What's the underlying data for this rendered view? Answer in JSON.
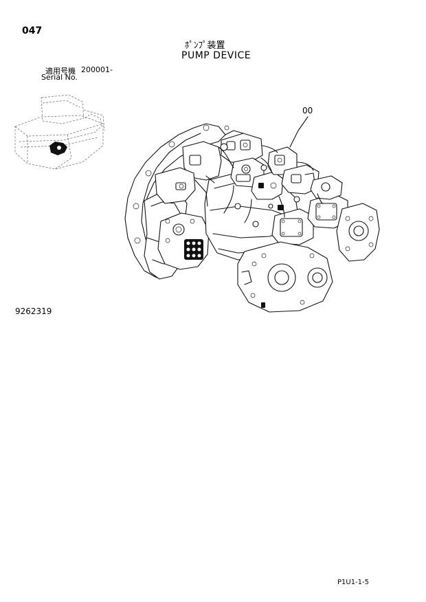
{
  "header": {
    "page_number": "047",
    "title_jp": "ﾎﾟﾝﾌﾟ装置",
    "title_en": "PUMP DEVICE"
  },
  "serial": {
    "label_jp": "適用号機",
    "value": "200001-",
    "label_en": "Serial No."
  },
  "callout": {
    "label": "00"
  },
  "footer": {
    "drawing_number": "9262319",
    "sheet_ref": "P1U1-1-5"
  }
}
